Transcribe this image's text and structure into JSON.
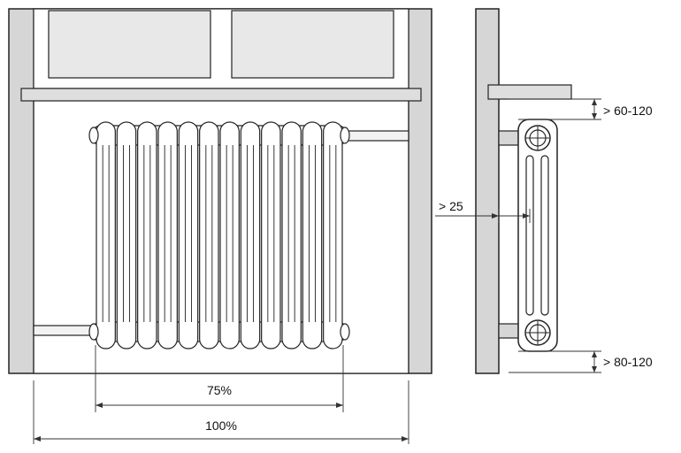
{
  "dimensions": {
    "width_75": "75%",
    "width_100": "100%",
    "top_gap": "> 60-120",
    "bottom_gap": "> 80-120",
    "wall_gap": "> 25"
  },
  "front_view": {
    "section_count": 12
  },
  "colors": {
    "wall": "#d6d6d6",
    "glass": "#e8e8e8",
    "outline": "#222222",
    "radiator": "#ffffff",
    "dimension_line": "#333333"
  }
}
